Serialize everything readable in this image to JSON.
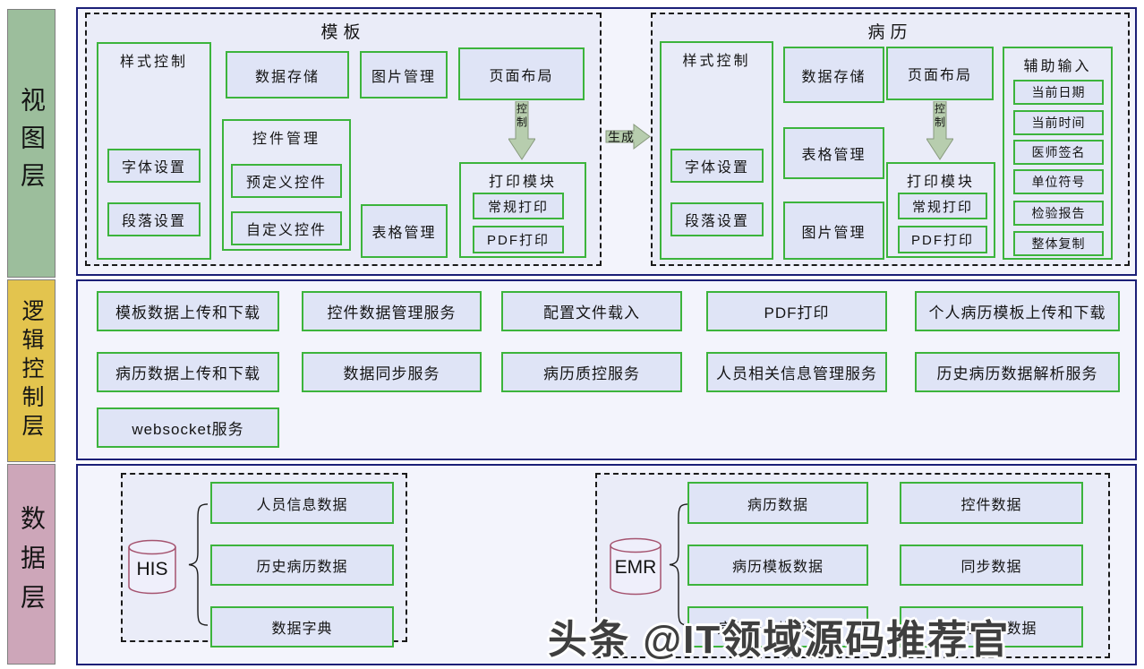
{
  "colors": {
    "panel_border": "#1b1f77",
    "box_border": "#3cb43c",
    "box_fill": "#dfe4f6",
    "dashed_fill": "#eaecf8",
    "sidebar_view": "#9cbe9c",
    "sidebar_logic": "#e3c44e",
    "sidebar_data": "#cda6b9",
    "arrow_fill": "#b7cdae",
    "db_border": "#a5536f"
  },
  "sidebar": {
    "view_label": "视图层",
    "logic_label": "逻辑控制层",
    "data_label": "数据层"
  },
  "view": {
    "template": {
      "title": "模板",
      "style_group": {
        "title": "样式控制",
        "font": "字体设置",
        "paragraph": "段落设置"
      },
      "data_storage": "数据存储",
      "image_mgmt": "图片管理",
      "page_layout": "页面布局",
      "control_group": {
        "title": "控件管理",
        "predefined": "预定义控件",
        "custom": "自定义控件"
      },
      "table_mgmt": "表格管理",
      "print_group": {
        "title": "打印模块",
        "normal": "常规打印",
        "pdf": "PDF打印"
      },
      "control_arrow_label": "控制"
    },
    "generate_arrow_label": "生成",
    "record": {
      "title": "病历",
      "style_group": {
        "title": "样式控制",
        "font": "字体设置",
        "paragraph": "段落设置"
      },
      "data_storage": "数据存储",
      "table_mgmt": "表格管理",
      "image_mgmt": "图片管理",
      "page_layout": "页面布局",
      "print_group": {
        "title": "打印模块",
        "normal": "常规打印",
        "pdf": "PDF打印"
      },
      "aux_group": {
        "title": "辅助输入",
        "items": [
          "当前日期",
          "当前时间",
          "医师签名",
          "单位符号",
          "检验报告",
          "整体复制"
        ]
      },
      "control_arrow_label": "控制"
    }
  },
  "logic": {
    "row1": [
      "模板数据上传和下载",
      "控件数据管理服务",
      "配置文件载入",
      "PDF打印",
      "个人病历模板上传和下载"
    ],
    "row2": [
      "病历数据上传和下载",
      "数据同步服务",
      "病历质控服务",
      "人员相关信息管理服务",
      "历史病历数据解析服务"
    ],
    "row3": [
      "websocket服务"
    ]
  },
  "data_layer": {
    "his": {
      "db": "HIS",
      "items": [
        "人员信息数据",
        "历史病历数据",
        "数据字典"
      ]
    },
    "emr": {
      "db": "EMR",
      "left_items": [
        "病历数据",
        "病历模板数据",
        "病历个人模板数据"
      ],
      "right_items": [
        "控件数据",
        "同步数据",
        "病历质控数据"
      ]
    }
  },
  "watermark": "头条 @IT领域源码推荐官"
}
